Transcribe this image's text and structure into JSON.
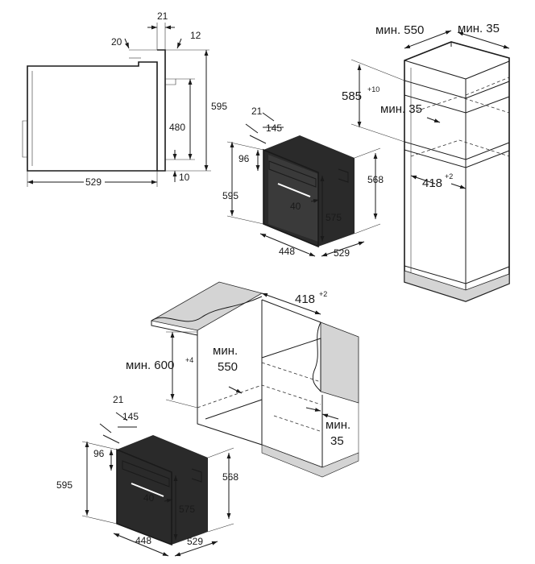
{
  "side_view": {
    "d_21": "21",
    "d_20": "20",
    "d_12": "12",
    "d_595": "595",
    "d_480": "480",
    "d_10": "10",
    "d_529": "529"
  },
  "oven_upper": {
    "d_21": "21",
    "d_145": "145",
    "d_96": "96",
    "d_595": "595",
    "d_568": "568",
    "d_40": "40",
    "d_575": "575",
    "d_448": "448",
    "d_529": "529"
  },
  "oven_lower": {
    "d_21": "21",
    "d_145": "145",
    "d_96": "96",
    "d_595": "595",
    "d_568": "568",
    "d_40": "40",
    "d_575": "575",
    "d_448": "448",
    "d_529": "529"
  },
  "tall_cabinet": {
    "min_550": "мин. 550",
    "min_35_top": "мин. 35",
    "d_585": "585",
    "d_585_tol": "+10",
    "min_35_mid": "мин. 35",
    "d_418": "418",
    "d_418_tol": "+2"
  },
  "under_counter": {
    "d_418": "418",
    "d_418_tol": "+2",
    "min_600": "мин. 600",
    "min_600_tol": "+4",
    "min_550_a": "мин.",
    "min_550_b": "550",
    "min_35_a": "мин.",
    "min_35_b": "35"
  }
}
